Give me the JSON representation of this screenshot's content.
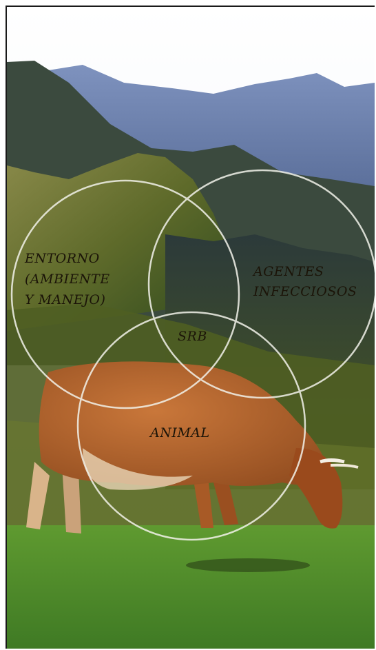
{
  "diagram": {
    "type": "venn",
    "sets": [
      {
        "id": "entorno",
        "lines": [
          "ENTORNO",
          "(AMBIENTE",
          "Y MANEJO)"
        ]
      },
      {
        "id": "agentes",
        "lines": [
          "AGENTES",
          "INFECCIOSOS"
        ]
      },
      {
        "id": "animal",
        "lines": [
          "ANIMAL"
        ]
      }
    ],
    "center_label": "SRB",
    "colors": {
      "circle_stroke": "#f2f2ea",
      "label_text": "#1b1408",
      "sky": "#e9eef5",
      "mountains": "#8da2c8",
      "hillside": "#6f6a2a",
      "grass": "#4f8a2a",
      "cow": "#b8642a"
    },
    "icons": {
      "background": "mountain-landscape-photo",
      "cow": "grazing-cow-image"
    }
  }
}
